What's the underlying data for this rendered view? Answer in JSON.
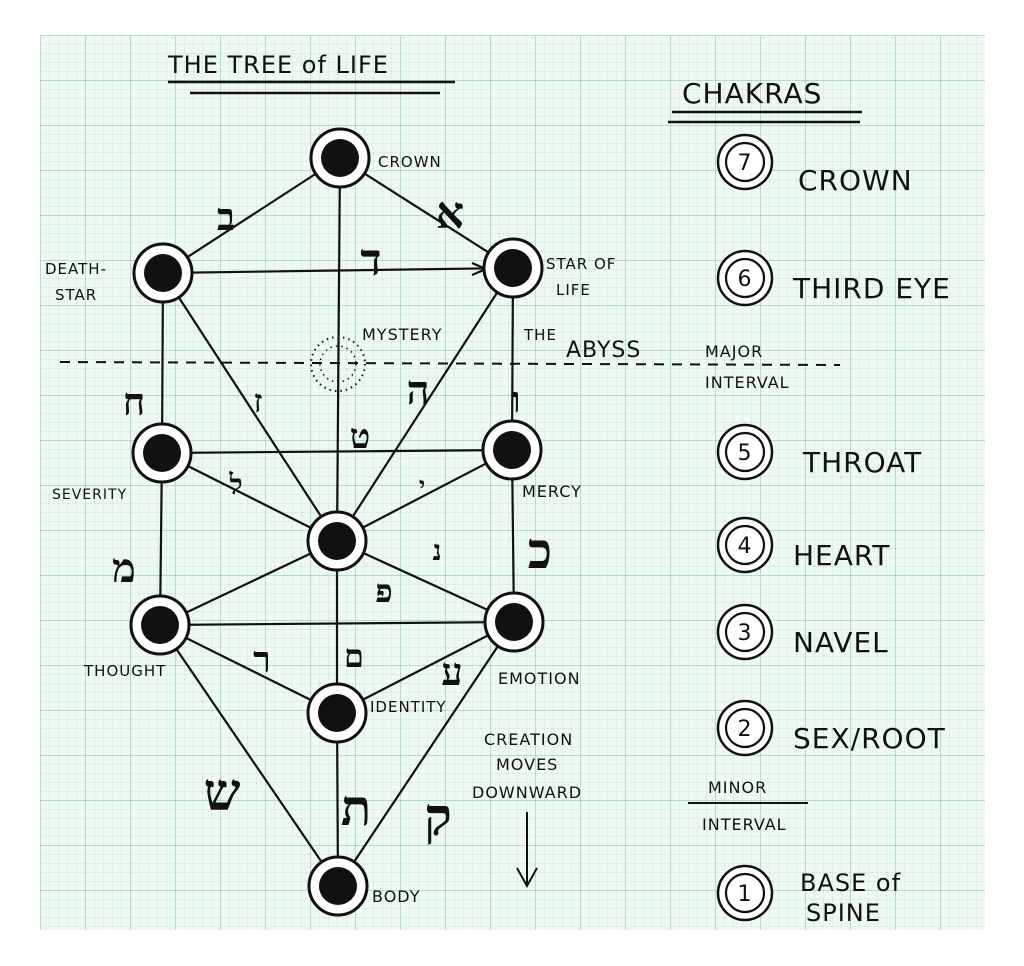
{
  "title": "THE TREE of LIFE",
  "abyss_label": "THE ABYSS",
  "major_interval": {
    "line1": "MAJOR",
    "line2": "INTERVAL"
  },
  "minor_interval": {
    "line1": "MINOR",
    "line2": "INTERVAL"
  },
  "creation_note": {
    "line1": "CREATION",
    "line2": "MOVES",
    "line3": "DOWNWARD"
  },
  "mystery_label": "MYSTERY",
  "sephirot": [
    {
      "id": "crown",
      "label": "CROWN"
    },
    {
      "id": "deathstar",
      "label_line1": "DEATH-",
      "label_line2": "STAR"
    },
    {
      "id": "staroflife",
      "label_line1": "STAR OF",
      "label_line2": "LIFE"
    },
    {
      "id": "severity",
      "label": "SEVERITY"
    },
    {
      "id": "mercy",
      "label": "MERCY"
    },
    {
      "id": "center",
      "label": ""
    },
    {
      "id": "thought",
      "label": "THOUGHT"
    },
    {
      "id": "emotion",
      "label": "EMOTION"
    },
    {
      "id": "identity",
      "label": "IDENTITY"
    },
    {
      "id": "body",
      "label": "BODY"
    }
  ],
  "paths_letters": {
    "crown_deathstar": "ב",
    "crown_staroflife": "א",
    "crown_center": "ד",
    "deathstar_severity": "ח",
    "deathstar_center": "ז",
    "staroflife_center": "ה",
    "staroflife_mercy": "ו",
    "severity_mercy": "ט",
    "severity_center": "ל",
    "mercy_center": "י",
    "severity_thought": "מ",
    "mercy_emotion": "כ",
    "center_emotion": "נ",
    "thought_emotion": "פ",
    "thought_identity": "ר",
    "center_identity": "ם",
    "emotion_identity": "ע",
    "thought_body": "ש",
    "identity_body": "ת",
    "emotion_body": "ק"
  },
  "chakras_title": "CHAKRAS",
  "chakras": [
    {
      "number": "7",
      "name": "CROWN"
    },
    {
      "number": "6",
      "name": "THIRD EYE"
    },
    {
      "number": "5",
      "name": "THROAT"
    },
    {
      "number": "4",
      "name": "HEART"
    },
    {
      "number": "3",
      "name": "NAVEL"
    },
    {
      "number": "2",
      "name": "SEX/ROOT"
    },
    {
      "number": "1",
      "name_line1": "BASE of",
      "name_line2": "SPINE"
    }
  ],
  "colors": {
    "grid": "#8fd4b0",
    "grid_major": "#5fbf8f",
    "paper": "#eaf7ef",
    "ink": "#111111"
  }
}
